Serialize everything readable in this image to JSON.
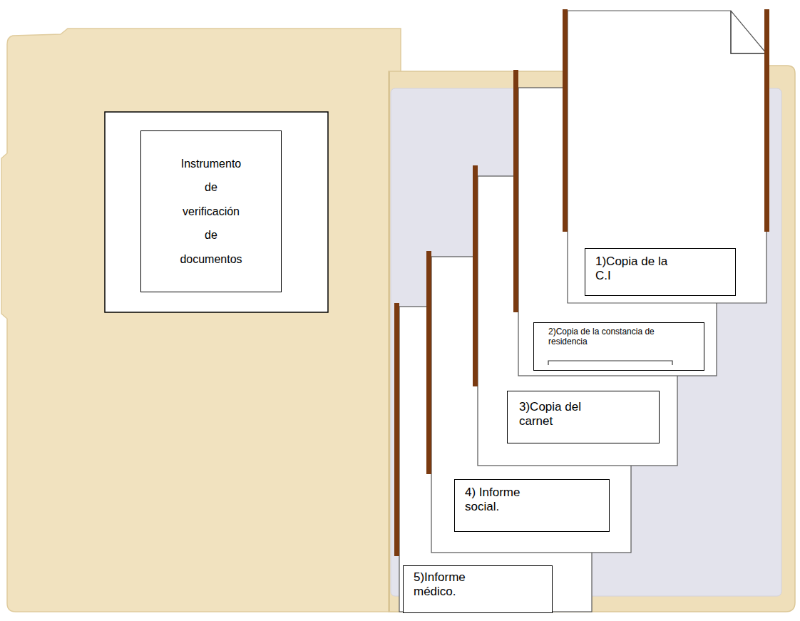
{
  "diagram": {
    "nodes": [
      {
        "text": [
          "Instrumento de verificación de documentos"
        ]
      },
      {
        "text": [
          "1)Copia de la C.I"
        ]
      },
      {
        "text": [
          "2)Copia de la constancia de residencia"
        ]
      },
      {
        "text": [
          "3)Copia del carnet"
        ]
      },
      {
        "text": [
          "4) Informe social."
        ]
      },
      {
        "text": [
          "5)Informe médico."
        ]
      }
    ]
  }
}
